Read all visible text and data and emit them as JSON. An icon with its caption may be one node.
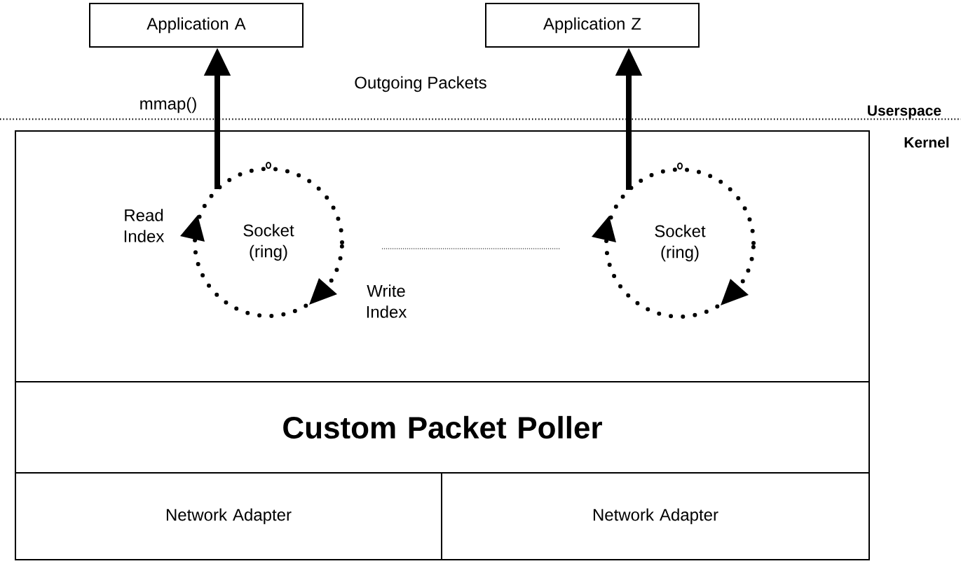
{
  "diagram": {
    "nodes": [
      {
        "text": [
          "Application A"
        ]
      },
      {
        "text": [
          "Application Z"
        ]
      },
      {
        "text": [],
        "shape": "box"
      },
      {
        "text": [
          "Socket (ring)"
        ],
        "in": 2,
        "beside": [
          "Read Index",
          "Write Index"
        ]
      },
      {
        "text": [
          "Socket (ring)"
        ],
        "in": 2
      },
      {
        "text": [
          "Custom Packet Poller"
        ]
      },
      {
        "text": [
          "Network Adapter"
        ]
      },
      {
        "text": [
          "Network Adapter"
        ]
      }
    ],
    "edges": [
      {
        "from": 3,
        "to": 0,
        "arrow": "to"
      },
      {
        "from": 4,
        "to": 1,
        "arrow": "to"
      }
    ],
    "labels": [
      "Outgoing Packets",
      "mmap()",
      "Userspace",
      "Kernel"
    ]
  }
}
